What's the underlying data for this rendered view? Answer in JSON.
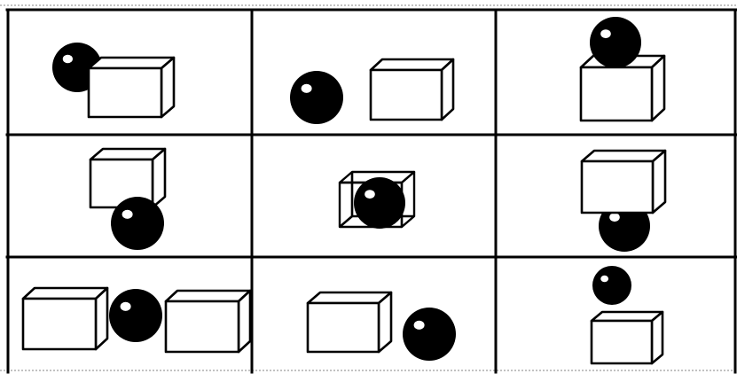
{
  "figure": {
    "rows": 3,
    "columns": 3,
    "colors": {
      "ink": "#000000",
      "paper": "#ffffff",
      "highlight": "#ffffff"
    },
    "panels": [
      {
        "id": "r1c1",
        "relation": "sphere-behind-cube-left",
        "objects": [
          "sphere",
          "cube"
        ]
      },
      {
        "id": "r1c2",
        "relation": "sphere-left-of-cube",
        "objects": [
          "sphere",
          "cube"
        ]
      },
      {
        "id": "r1c3",
        "relation": "sphere-on-top-of-cube",
        "objects": [
          "sphere",
          "cube"
        ]
      },
      {
        "id": "r2c1",
        "relation": "sphere-below-front-of-cube",
        "objects": [
          "cube",
          "sphere"
        ]
      },
      {
        "id": "r2c2",
        "relation": "sphere-inside-wire-cube",
        "objects": [
          "wire-cube",
          "sphere"
        ]
      },
      {
        "id": "r2c3",
        "relation": "sphere-under-cube",
        "objects": [
          "cube",
          "sphere"
        ]
      },
      {
        "id": "r3c1",
        "relation": "sphere-between-two-cubes",
        "objects": [
          "cube",
          "sphere",
          "cube"
        ]
      },
      {
        "id": "r3c2",
        "relation": "sphere-right-of-cube",
        "objects": [
          "cube",
          "sphere"
        ]
      },
      {
        "id": "r3c3",
        "relation": "small-sphere-above-cube",
        "objects": [
          "sphere",
          "cube"
        ]
      }
    ]
  }
}
